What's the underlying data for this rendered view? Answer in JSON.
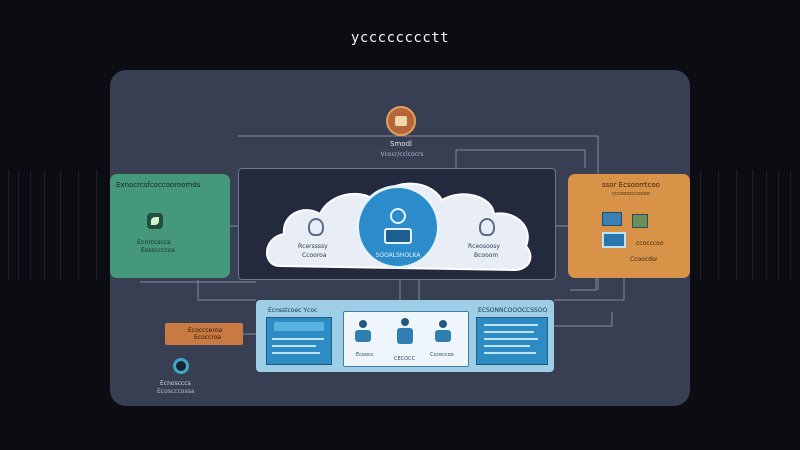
{
  "header": {
    "title": "ycccccccctt"
  },
  "top_node": {
    "label": "Smodl",
    "sublabel": "Vcocr/cclcocrs"
  },
  "left_box": {
    "title": "Exnocrcsfcoccooroomds",
    "line1": "Ennrccscca",
    "line2": "Eossccccos"
  },
  "right_box": {
    "title": "ssor Ecsoorrtcoo",
    "subtitle": "cccooocccoooo",
    "line1": "ccocccoo",
    "line2": "Ccoocdsr"
  },
  "cloud": {
    "left_label1": "Rcerssssy",
    "left_label2": "Ccooroa",
    "center_label": "SOOALSHOLKA",
    "right_label1": "Rceosoosy",
    "right_label2": "Bcooom"
  },
  "bottom": {
    "left_title": "Ecnsstcoec Ycoc",
    "right_title": "ECSONNCOOOCCSSOO",
    "person1_label": "Ecoocc",
    "person2_label": "CECOCC",
    "person3_label": "Ccceccoo"
  },
  "orange_tag": {
    "line1": "Ecoccceroa",
    "line2": "Ecoccroa"
  },
  "bottom_left": {
    "label1": "Ecnoscccs",
    "label2": "Ecoscccossa"
  },
  "colors": {
    "panel": "#383f53",
    "green": "#46987b",
    "orange": "#d89348",
    "accent_blue": "#2b8bcb"
  }
}
